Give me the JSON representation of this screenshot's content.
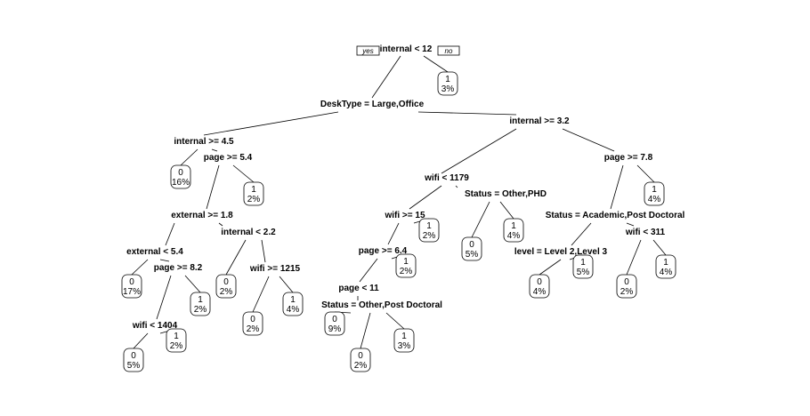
{
  "tree": {
    "yes_label": "yes",
    "no_label": "no",
    "splits": [
      {
        "id": "n1",
        "label": "internal < 12"
      },
      {
        "id": "n2",
        "label": "DeskType = Large,Office"
      },
      {
        "id": "n3",
        "label": "internal >= 4.5"
      },
      {
        "id": "n4",
        "label": "page >= 5.4"
      },
      {
        "id": "n5",
        "label": "external >= 1.8"
      },
      {
        "id": "n6",
        "label": "external < 5.4"
      },
      {
        "id": "n7",
        "label": "page >= 8.2"
      },
      {
        "id": "n8",
        "label": "wifi < 1404"
      },
      {
        "id": "n9",
        "label": "internal < 2.2"
      },
      {
        "id": "n10",
        "label": "wifi >= 1215"
      },
      {
        "id": "n11",
        "label": "internal >= 3.2"
      },
      {
        "id": "n12",
        "label": "wifi < 1179"
      },
      {
        "id": "n13",
        "label": "wifi >= 15"
      },
      {
        "id": "n14",
        "label": "page >= 6.4"
      },
      {
        "id": "n15",
        "label": "page < 11"
      },
      {
        "id": "n16",
        "label": "Status = Other,Post Doctoral"
      },
      {
        "id": "n17",
        "label": "Status = Other,PHD"
      },
      {
        "id": "n18",
        "label": "page >= 7.8"
      },
      {
        "id": "n19",
        "label": "Status = Academic,Post Doctoral"
      },
      {
        "id": "n20",
        "label": "level = Level 2,Level 3"
      },
      {
        "id": "n21",
        "label": "wifi < 311"
      }
    ],
    "leaves": [
      {
        "id": "l1",
        "class": "1",
        "pct": "3%"
      },
      {
        "id": "l2",
        "class": "0",
        "pct": "16%"
      },
      {
        "id": "l3",
        "class": "1",
        "pct": "2%"
      },
      {
        "id": "l4",
        "class": "0",
        "pct": "17%"
      },
      {
        "id": "l5",
        "class": "1",
        "pct": "2%"
      },
      {
        "id": "l6",
        "class": "0",
        "pct": "5%"
      },
      {
        "id": "l7",
        "class": "1",
        "pct": "2%"
      },
      {
        "id": "l8",
        "class": "0",
        "pct": "2%"
      },
      {
        "id": "l9",
        "class": "0",
        "pct": "2%"
      },
      {
        "id": "l10",
        "class": "1",
        "pct": "4%"
      },
      {
        "id": "l11",
        "class": "1",
        "pct": "2%"
      },
      {
        "id": "l12",
        "class": "1",
        "pct": "2%"
      },
      {
        "id": "l13",
        "class": "0",
        "pct": "9%"
      },
      {
        "id": "l14",
        "class": "0",
        "pct": "2%"
      },
      {
        "id": "l15",
        "class": "1",
        "pct": "3%"
      },
      {
        "id": "l16",
        "class": "0",
        "pct": "5%"
      },
      {
        "id": "l17",
        "class": "1",
        "pct": "4%"
      },
      {
        "id": "l18",
        "class": "1",
        "pct": "4%"
      },
      {
        "id": "l19",
        "class": "0",
        "pct": "4%"
      },
      {
        "id": "l20",
        "class": "1",
        "pct": "5%"
      },
      {
        "id": "l21",
        "class": "0",
        "pct": "2%"
      },
      {
        "id": "l22",
        "class": "1",
        "pct": "4%"
      }
    ]
  }
}
